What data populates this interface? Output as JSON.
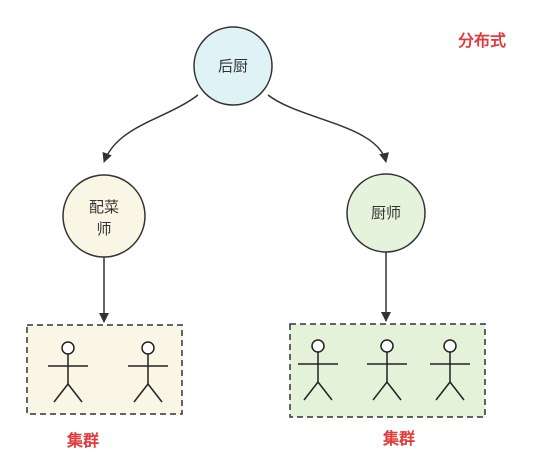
{
  "title_label": "分布式",
  "nodes": {
    "root": {
      "label": "后厨",
      "fill": "#dff3f6"
    },
    "left": {
      "label_lines": [
        "配菜",
        "师"
      ],
      "fill": "#f9f6e6"
    },
    "right": {
      "label": "厨师",
      "fill": "#e5f2dc"
    }
  },
  "groups": {
    "left": {
      "label": "集群",
      "fill": "#f9f6e6",
      "figures": 2
    },
    "right": {
      "label": "集群",
      "fill": "#e3f2d9",
      "figures": 3
    }
  },
  "colors": {
    "accent": "#e5393a",
    "stroke": "#333333"
  }
}
